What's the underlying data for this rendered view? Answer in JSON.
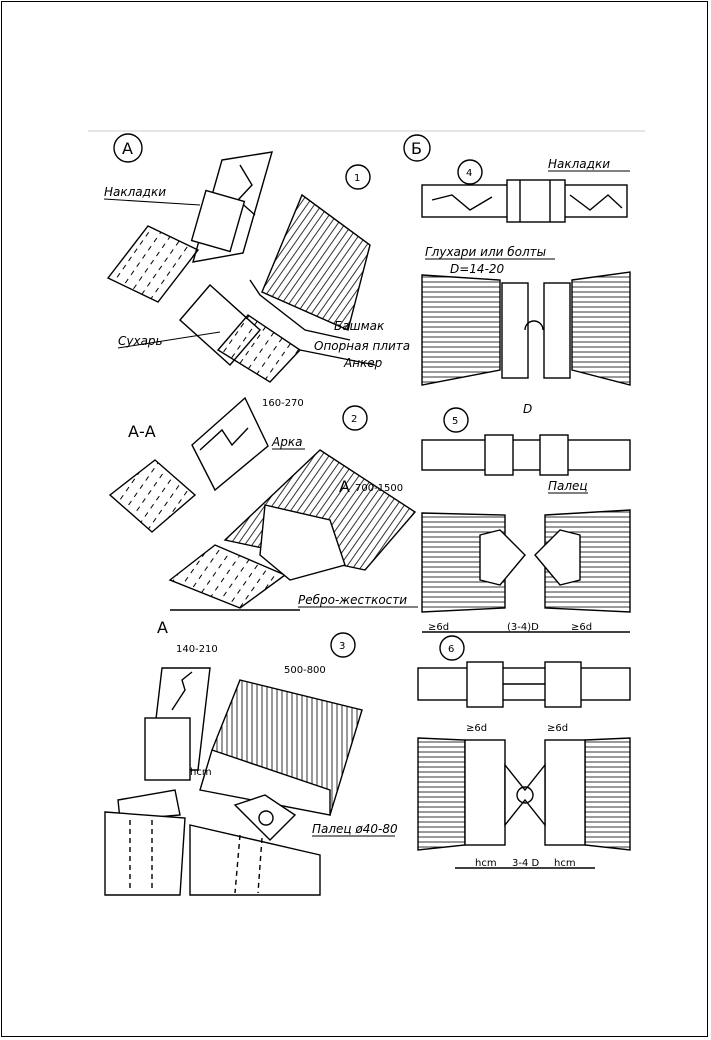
{
  "sections": {
    "a_mark": "А",
    "b_mark": "Б",
    "aa_label": "А-А"
  },
  "details": {
    "n1": "1",
    "n2": "2",
    "n3": "3",
    "n4": "4",
    "n5": "5",
    "n6": "6"
  },
  "labels": {
    "nakladki_left": "Накладки",
    "sukhar": "Сухарь",
    "bashmak": "Башмак",
    "opornaya_plita": "Опорная плита",
    "anker": "Анкер",
    "nakladki_right": "Накладки",
    "glukhari": "Глухари или болты",
    "d_range": "D=14-20",
    "arka": "Арка",
    "rebro": "Ребро-жесткости",
    "palets": "Палец",
    "palets_dia": "Палец ø40-80",
    "cut_a1": "А",
    "cut_a2": "А",
    "d_letter": "D"
  },
  "dims": {
    "d160_270": "160-270",
    "d700_1500": "700-1500",
    "d140_210": "140-210",
    "d500_800": "500-800",
    "hcm_left": "hcm",
    "ge6d_a": "≥6d",
    "ge6d_b": "≥6d",
    "range_3_4d": "(3-4)D",
    "ge6d_c": "≥6d",
    "ge6d_d": "≥6d",
    "hcm_b1": "hcm",
    "d3_4": "3-4 D",
    "hcm_b2": "hcm"
  }
}
